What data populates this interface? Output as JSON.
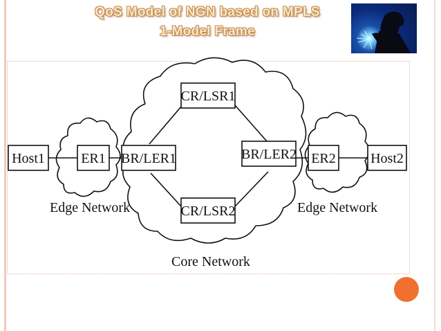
{
  "slide": {
    "title_line1": "QoS Model of NGN based on MPLS",
    "title_line2": "1-Model Frame",
    "accent_color": "#f07030",
    "title_color": "#f6e8cc"
  },
  "picture": {
    "icon": "welder-icon"
  },
  "diagram": {
    "nodes": {
      "host1": "Host1",
      "er1": "ER1",
      "br_ler1": "BR/LER1",
      "cr_lsr1": "CR/LSR1",
      "cr_lsr2": "CR/LSR2",
      "br_ler2": "BR/LER2",
      "er2": "ER2",
      "host2": "Host2"
    },
    "labels": {
      "edge_left": "Edge Network",
      "edge_right": "Edge Network",
      "core": "Core Network"
    }
  }
}
